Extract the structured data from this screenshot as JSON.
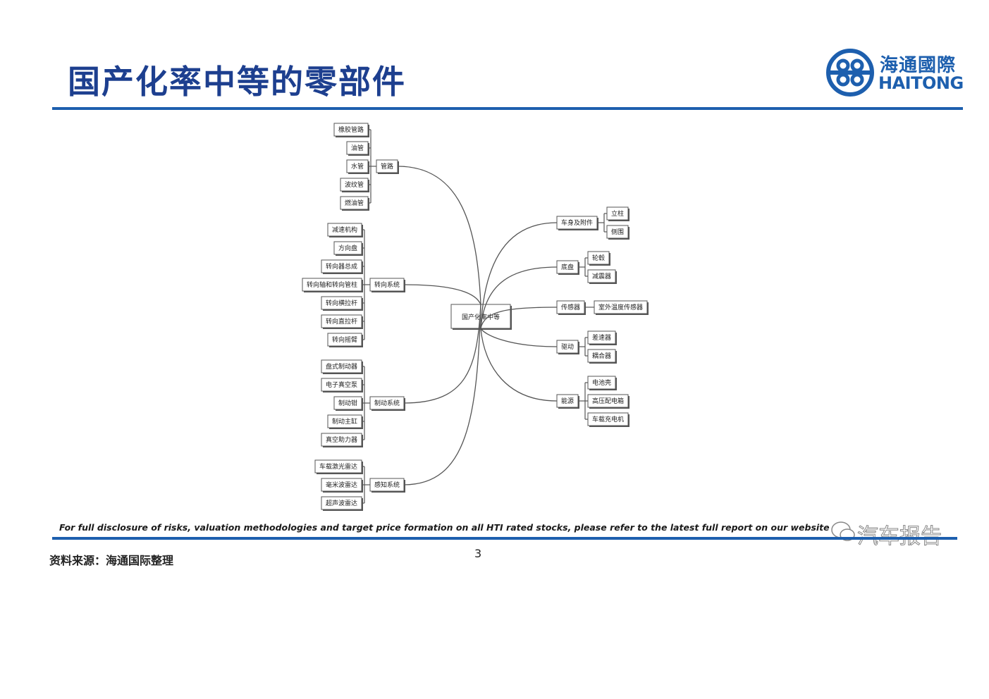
{
  "title": "国产化率中等的零部件",
  "logo": {
    "cn": "海通國際",
    "en": "HAITONG"
  },
  "diagram": {
    "center": "国产化率中等",
    "left": [
      {
        "label": "管路",
        "children": [
          "橡胶管路",
          "油管",
          "水管",
          "波纹管",
          "燃油管"
        ]
      },
      {
        "label": "转向系统",
        "children": [
          "减速机构",
          "方向盘",
          "转向器总成",
          "转向轴和转向管柱",
          "转向横拉杆",
          "转向直拉杆",
          "转向摇臂"
        ]
      },
      {
        "label": "制动系统",
        "children": [
          "盘式制动器",
          "电子真空泵",
          "制动钳",
          "制动主缸",
          "真空助力器"
        ]
      },
      {
        "label": "感知系统",
        "children": [
          "车载激光雷达",
          "毫米波雷达",
          "超声波雷达"
        ]
      }
    ],
    "right": [
      {
        "label": "车身及附件",
        "children": [
          "立柱",
          "侧围"
        ]
      },
      {
        "label": "底盘",
        "children": [
          "轮毂",
          "减震器"
        ]
      },
      {
        "label": "传感器",
        "children": [
          "室外温度传感器"
        ]
      },
      {
        "label": "驱动",
        "children": [
          "差速器",
          "耦合器"
        ]
      },
      {
        "label": "能源",
        "children": [
          "电池壳",
          "高压配电箱",
          "车载充电机"
        ]
      }
    ]
  },
  "footer": {
    "disclosure": "For full disclosure of risks, valuation methodologies and target price formation on all HTI rated stocks, please refer to the latest full report on our website",
    "source": "资料来源：海通国际整理",
    "page": "3",
    "watermark": "汽车报告"
  },
  "colors": {
    "brand": "#1d5fae",
    "title": "#1d3f8f"
  }
}
